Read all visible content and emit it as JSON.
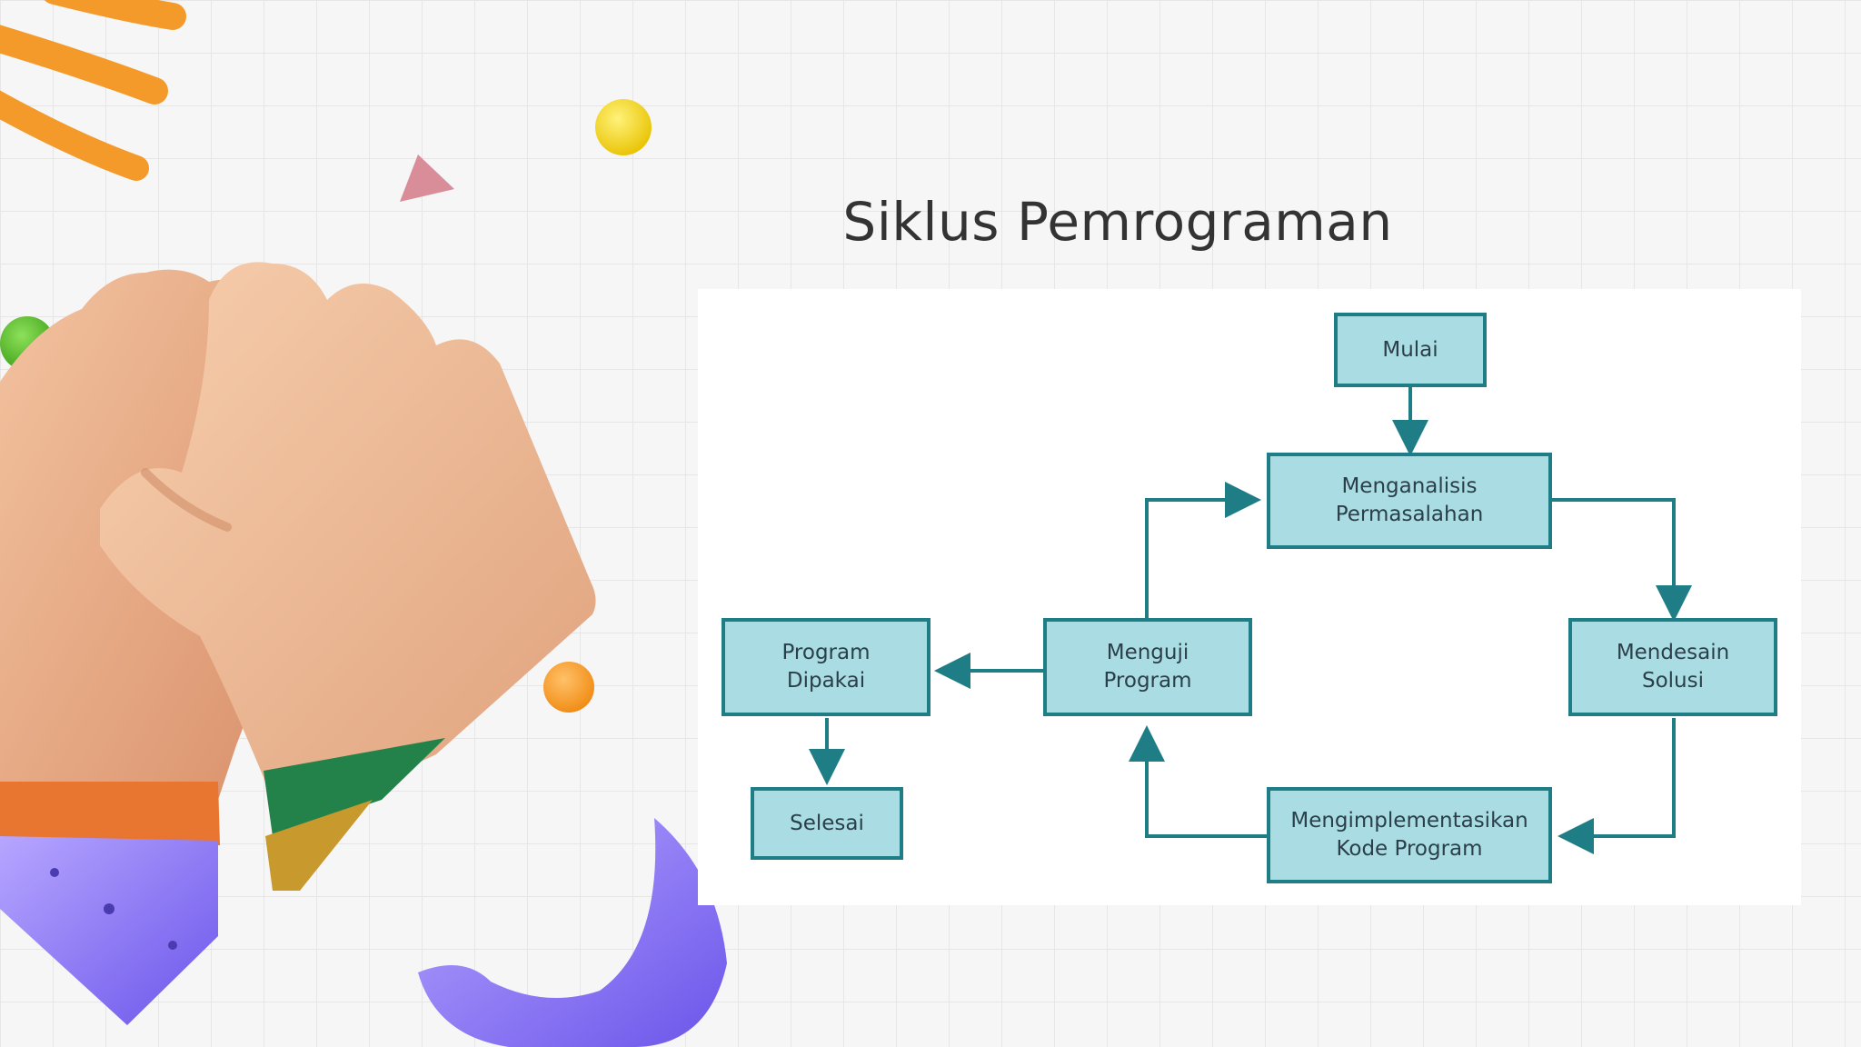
{
  "slide": {
    "title": "Siklus Pemrograman"
  },
  "diagram": {
    "nodes": {
      "mulai": "Mulai",
      "menganalisis": "Menganalisis\nPermasalahan",
      "mendesain": "Mendesain\nSolusi",
      "mengimplementasikan": "Mengimplementasikan\nKode Program",
      "menguji": "Menguji\nProgram",
      "dipakai": "Program\nDipakai",
      "selesai": "Selesai"
    },
    "colors": {
      "node_fill": "#a9dde3",
      "node_border": "#1f7d86",
      "arrow": "#1f7d86",
      "panel": "#ffffff"
    }
  },
  "decor": {
    "illustration": "two-3d-hands-clasped",
    "shapes": [
      "orange-squiggle",
      "yellow-sphere",
      "pink-pyramid",
      "green-sphere",
      "orange-sphere",
      "purple-ribbon"
    ]
  }
}
